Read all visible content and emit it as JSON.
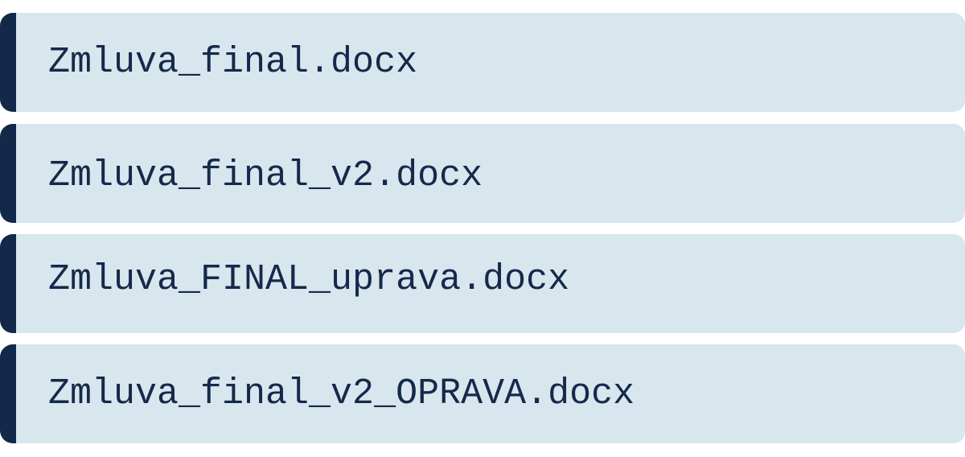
{
  "files": [
    {
      "name": "Zmluva_final.docx"
    },
    {
      "name": "Zmluva_final_v2.docx"
    },
    {
      "name": "Zmluva_FINAL_uprava.docx"
    },
    {
      "name": "Zmluva_final_v2_OPRAVA.docx"
    }
  ],
  "colors": {
    "row_background": "#d8e6ee",
    "accent_bar": "#12294a",
    "text": "#15294a"
  }
}
